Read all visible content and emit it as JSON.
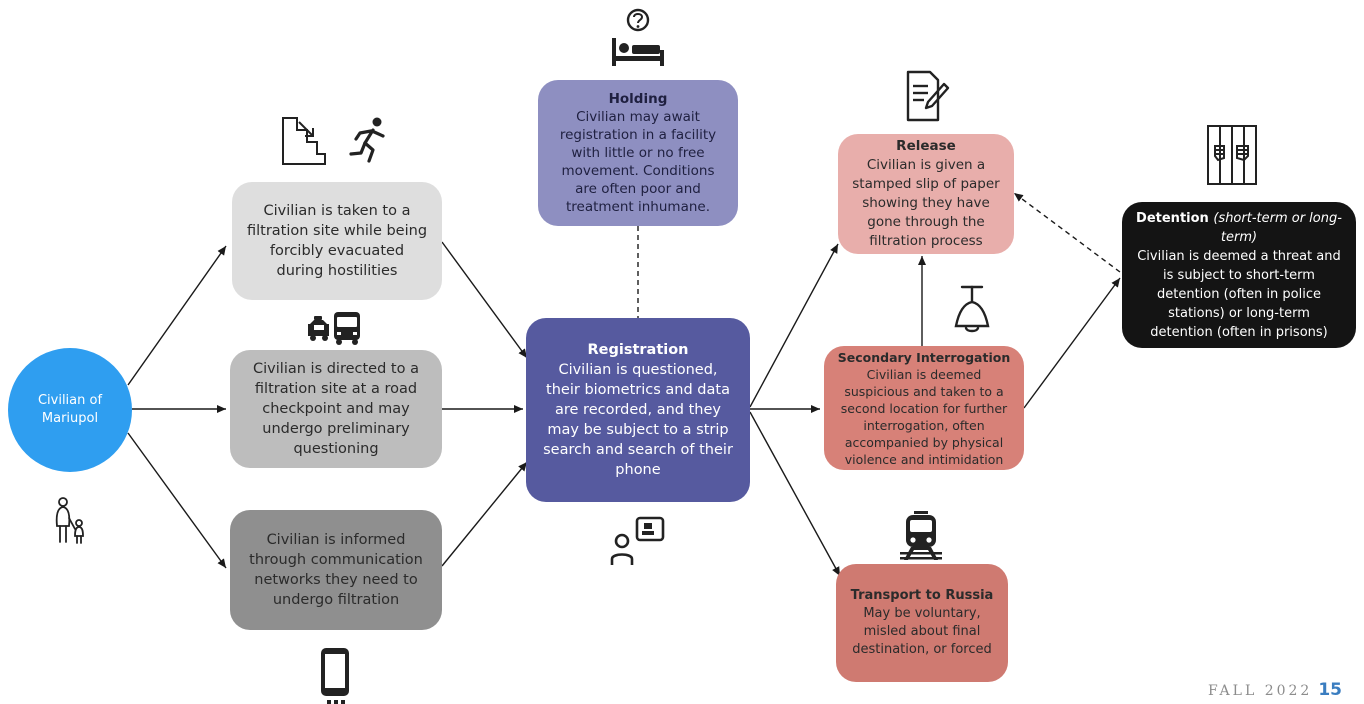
{
  "nodes": {
    "civilian": {
      "label": "Civilian of Mariupol",
      "fill": "#2f9ef0"
    },
    "forced": {
      "body": "Civilian is taken to a filtration site while being forcibly evacuated during hostilities",
      "fill": "#dedede"
    },
    "checkpoint": {
      "body": "Civilian is directed to a filtration site at a road checkpoint and may undergo preliminary questioning",
      "fill": "#bdbdbd"
    },
    "informed": {
      "body": "Civilian is informed through communication networks they need to undergo filtration",
      "fill": "#8f8f8f"
    },
    "holding": {
      "title": "Holding",
      "body": "Civilian may await registration in a facility with little or no free movement. Conditions are often poor and treatment inhumane.",
      "fill": "#8e8fc1"
    },
    "registration": {
      "title": "Registration",
      "body": "Civilian is questioned, their biometrics and data are recorded, and they may be subject to a strip search and search of their phone",
      "fill": "#565a9f"
    },
    "release": {
      "title": "Release",
      "body": "Civilian is given a stamped slip of paper showing they have gone through the filtration process",
      "fill": "#e8aeab"
    },
    "secondary": {
      "title": "Secondary Interrogation",
      "body": "Civilian is deemed suspicious and taken to a second location for further interrogation, often accompanied by physical violence and intimidation",
      "fill": "#d78178"
    },
    "transport": {
      "title": "Transport to Russia",
      "body": "May be voluntary, misled about final destination, or forced",
      "fill": "#cf7a71"
    },
    "detention": {
      "title": "Detention",
      "title_note": "(short-term or long-term)",
      "body": "Civilian is deemed a threat and is subject to short-term detention (often in police stations) or long-term detention (often in prisons)",
      "fill": "#141414"
    }
  },
  "icons": [
    "family-icon",
    "stairs-exit-icon",
    "running-person-icon",
    "taxi-bus-icon",
    "smartphone-icon",
    "bed-question-icon",
    "id-card-person-icon",
    "document-pen-icon",
    "lamp-icon",
    "train-icon",
    "jail-icon"
  ],
  "footer": {
    "season": "FALL 2022",
    "page": "15"
  }
}
